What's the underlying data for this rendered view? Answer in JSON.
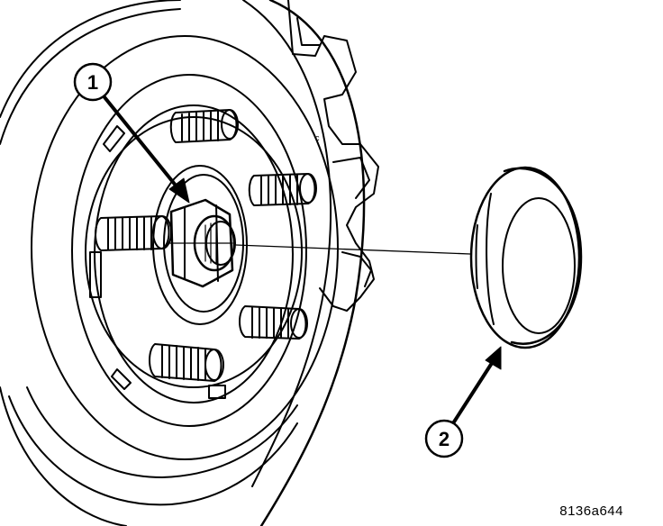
{
  "callouts": [
    {
      "number": "1",
      "target": "hub-nut"
    },
    {
      "number": "2",
      "target": "hub-cap"
    }
  ],
  "figure_id": "8136a644",
  "colors": {
    "line": "#000000",
    "background": "#ffffff"
  }
}
